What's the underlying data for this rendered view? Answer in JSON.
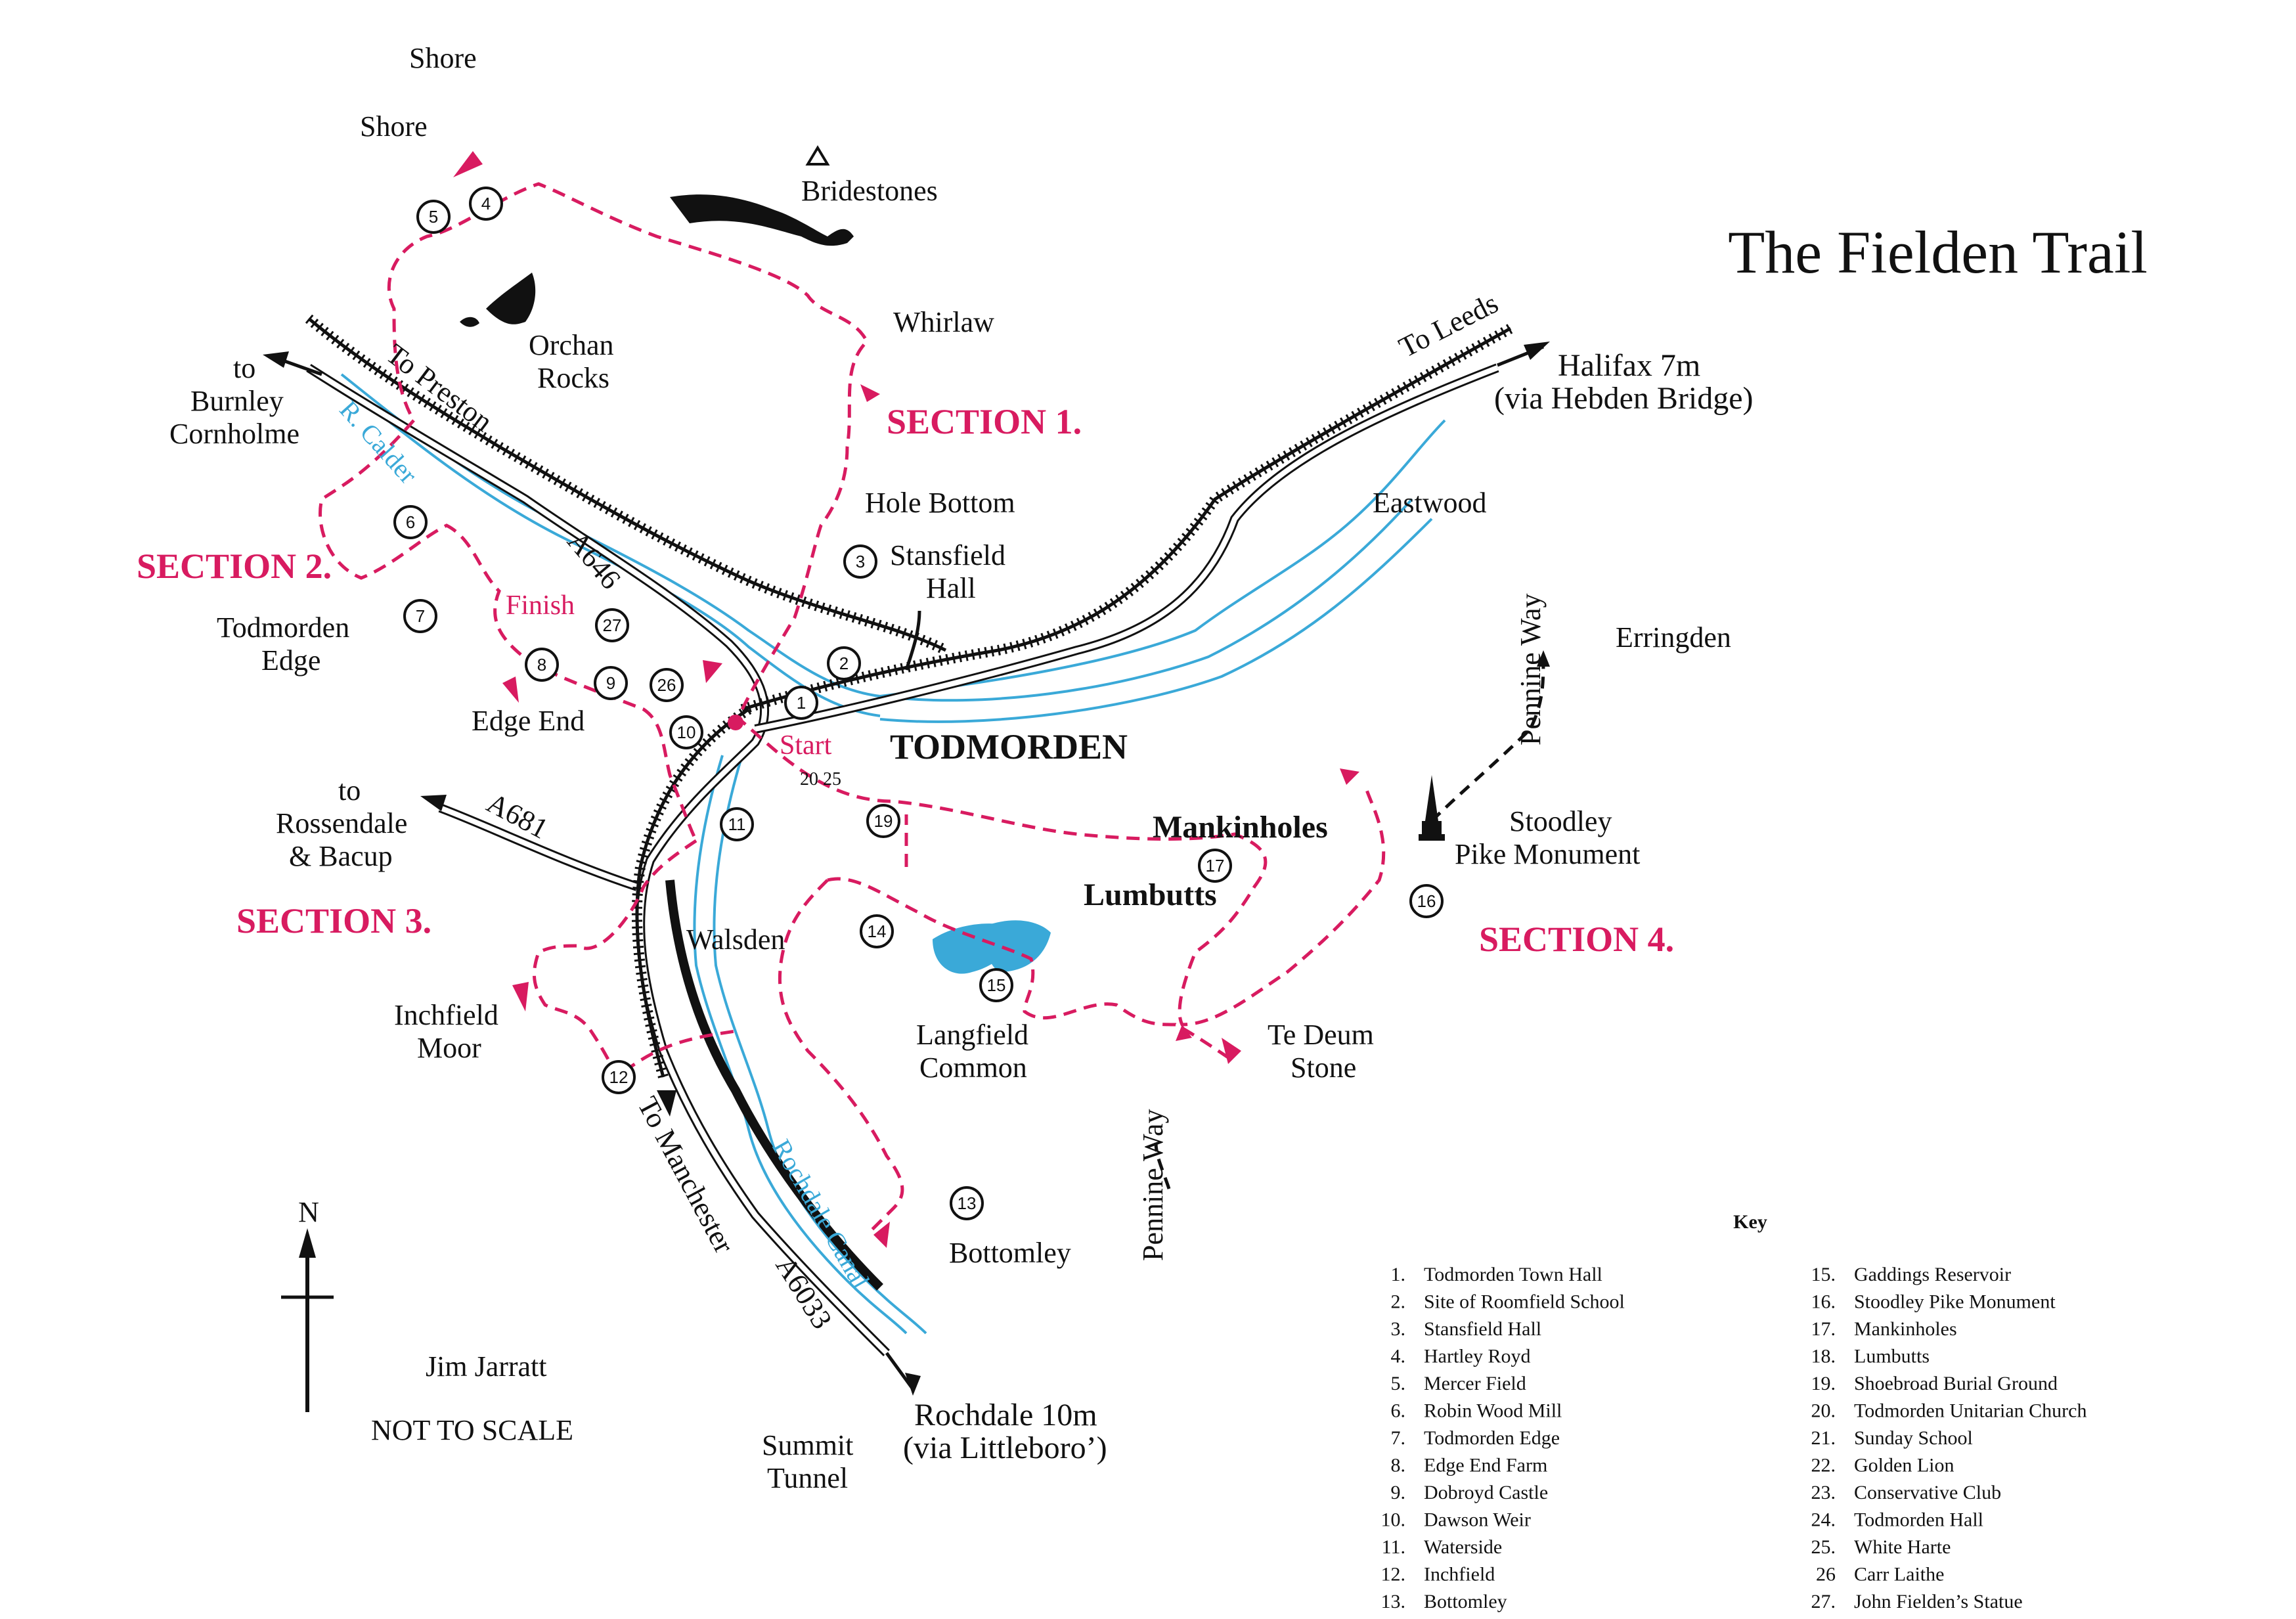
{
  "title": "The Fielden Trail",
  "sections": [
    "SECTION 1.",
    "SECTION 2.",
    "SECTION 3.",
    "SECTION 4."
  ],
  "places": {
    "shore1": "Shore",
    "shore2": "Shore",
    "bridestones": "Bridestones",
    "orchan1": "Orchan",
    "orchan2": "Rocks",
    "whirlaw": "Whirlaw",
    "burnley1": "to",
    "burnley2": "Burnley",
    "burnley3": "Cornholme",
    "hole_bottom": "Hole Bottom",
    "stansfield1": "Stansfield",
    "stansfield2": "Hall",
    "tod_edge1": "Todmorden",
    "tod_edge2": "Edge",
    "edge_end": "Edge End",
    "todmorden": "TODMORDEN",
    "eastwood": "Eastwood",
    "erringden": "Erringden",
    "halifax1": "Halifax 7m",
    "halifax2": "(via Hebden Bridge)",
    "rossendale1": "to",
    "rossendale2": "Rossendale",
    "rossendale3": "& Bacup",
    "mankinholes": "Mankinholes",
    "lumbutts": "Lumbutts",
    "stoodley1": "Stoodley",
    "stoodley2": "Pike Monument",
    "walsden": "Walsden",
    "langfield1": "Langfield",
    "langfield2": "Common",
    "inchfield1": "Inchfield",
    "inchfield2": "Moor",
    "tedeum1": "Te Deum",
    "tedeum2": "Stone",
    "bottomley": "Bottomley",
    "rochdale1": "Rochdale 10m",
    "rochdale2": "(via Littleboro’)",
    "summit1": "Summit",
    "summit2": "Tunnel",
    "author": "Jim Jarratt",
    "scale_note": "NOT TO SCALE",
    "north": "N"
  },
  "route_labels": {
    "to_preston": "To Preston",
    "to_leeds": "To Leeds",
    "to_manchester": "To Manchester",
    "a646": "A646",
    "a681": "A681",
    "a6033": "A6033",
    "r_calder": "R. Calder",
    "rochdale_canal": "Rochdale Canal",
    "pennine_way_1": "Pennine Way",
    "pennine_way_2": "Pennine Way",
    "finish": "Finish",
    "start": "Start",
    "start_nums": "20 25"
  },
  "waypoint_numbers": [
    "1",
    "2",
    "3",
    "4",
    "5",
    "6",
    "7",
    "8",
    "9",
    "10",
    "11",
    "12",
    "13",
    "14",
    "15",
    "16",
    "17",
    "19",
    "26",
    "27"
  ],
  "key": {
    "heading": "Key",
    "items": [
      {
        "n": "1.",
        "t": "Todmorden Town Hall"
      },
      {
        "n": "2.",
        "t": "Site of Roomfield School"
      },
      {
        "n": "3.",
        "t": "Stansfield Hall"
      },
      {
        "n": "4.",
        "t": "Hartley Royd"
      },
      {
        "n": "5.",
        "t": "Mercer Field"
      },
      {
        "n": "6.",
        "t": "Robin Wood Mill"
      },
      {
        "n": "7.",
        "t": "Todmorden Edge"
      },
      {
        "n": "8.",
        "t": "Edge End Farm"
      },
      {
        "n": "9.",
        "t": "Dobroyd Castle"
      },
      {
        "n": "10.",
        "t": "Dawson Weir"
      },
      {
        "n": "11.",
        "t": "Waterside"
      },
      {
        "n": "12.",
        "t": "Inchfield"
      },
      {
        "n": "13.",
        "t": "Bottomley"
      },
      {
        "n": "15.",
        "t": "Gaddings Reservoir"
      },
      {
        "n": "16.",
        "t": "Stoodley Pike Monument"
      },
      {
        "n": "17.",
        "t": "Mankinholes"
      },
      {
        "n": "18.",
        "t": "Lumbutts"
      },
      {
        "n": "19.",
        "t": "Shoebroad Burial Ground"
      },
      {
        "n": "20.",
        "t": "Todmorden Unitarian Church"
      },
      {
        "n": "21.",
        "t": "Sunday School"
      },
      {
        "n": "22.",
        "t": "Golden Lion"
      },
      {
        "n": "23.",
        "t": "Conservative Club"
      },
      {
        "n": "24.",
        "t": "Todmorden Hall"
      },
      {
        "n": "25.",
        "t": "White Harte"
      },
      {
        "n": "26",
        "t": "Carr Laithe"
      },
      {
        "n": "27.",
        "t": "John Fielden’s Statue"
      }
    ]
  },
  "colors": {
    "trail": "#d81b60",
    "water": "#3aa9d8",
    "ink": "#111111"
  }
}
